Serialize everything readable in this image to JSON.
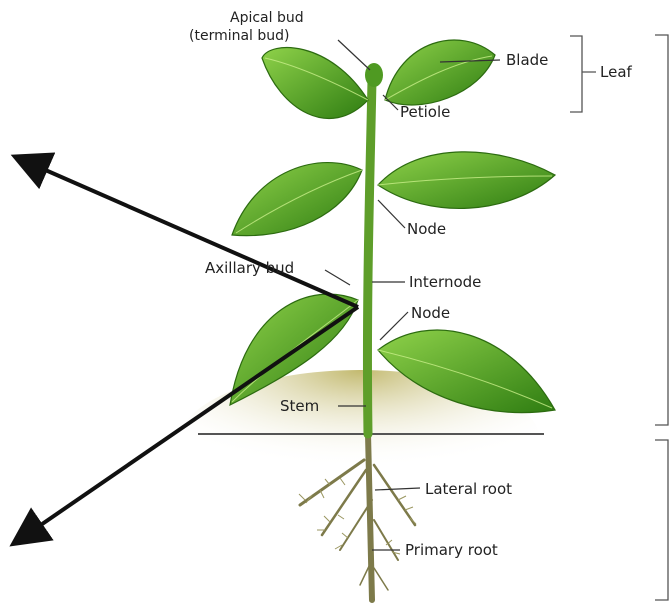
{
  "labels": {
    "apical_bud_line1": "Apical bud",
    "apical_bud_line2": "(terminal bud)",
    "blade": "Blade",
    "leaf": "Leaf",
    "petiole": "Petiole",
    "node_upper": "Node",
    "axillary_bud": "Axillary bud",
    "internode": "Internode",
    "node_lower": "Node",
    "stem": "Stem",
    "lateral_root": "Lateral root",
    "primary_root": "Primary root"
  },
  "colors": {
    "leaf_dark": "#3f8f1a",
    "leaf_light": "#7cc43a",
    "stem": "#6aa832",
    "root": "#8a8a52",
    "soil": "#c9c27a",
    "arrow": "#111111"
  }
}
